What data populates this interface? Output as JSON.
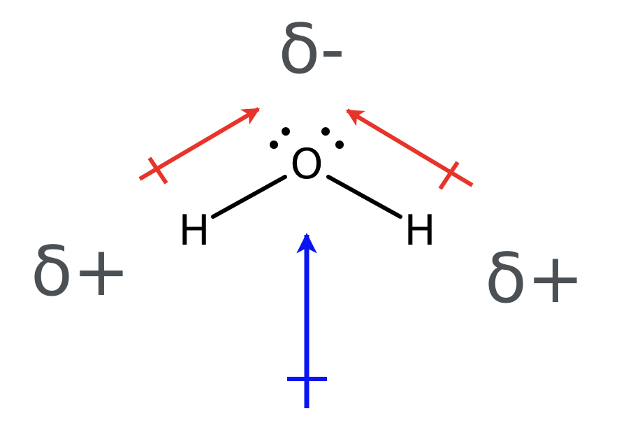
{
  "diagram": {
    "charges": {
      "oxygen": "δ-",
      "hydrogen_left": "δ+",
      "hydrogen_right": "δ+"
    },
    "atoms": {
      "oxygen": "O",
      "hydrogen_left": "H",
      "hydrogen_right": "H"
    },
    "colors": {
      "bond_dipole": "#e8332a",
      "net_dipole": "#0a14f0",
      "bonds": "#000000",
      "charge_text": "#4b5055"
    }
  }
}
